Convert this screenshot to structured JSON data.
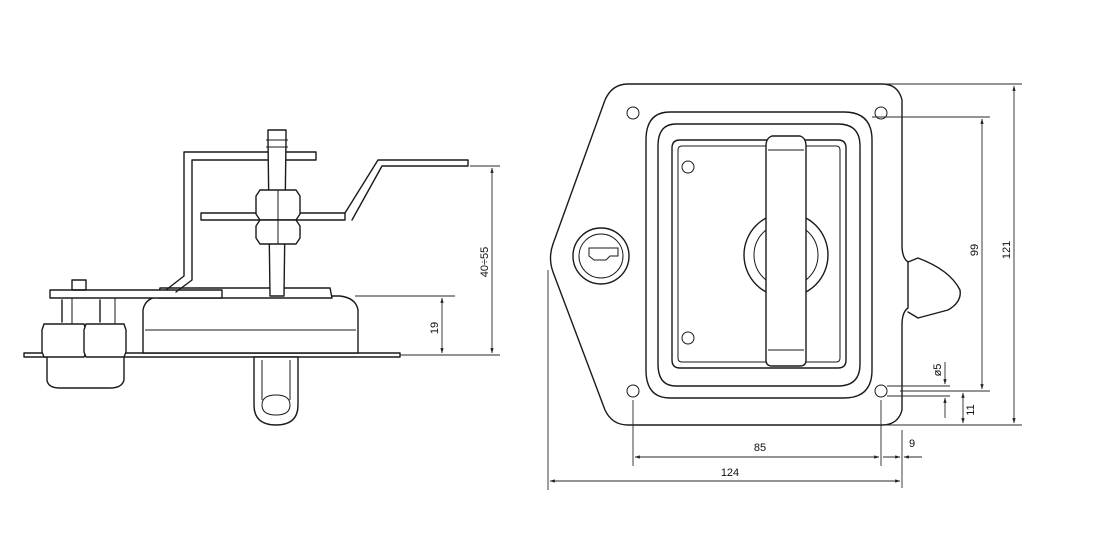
{
  "side_view": {
    "dim_height_range": "40÷55",
    "dim_base_height": "19"
  },
  "front_view": {
    "dim_inner_height": "99",
    "dim_overall_height": "121",
    "dim_hole_diameter": "ø5",
    "dim_hole_offset_v": "11",
    "dim_hole_spacing_h": "85",
    "dim_hole_offset_h": "9",
    "dim_overall_width": "124"
  }
}
